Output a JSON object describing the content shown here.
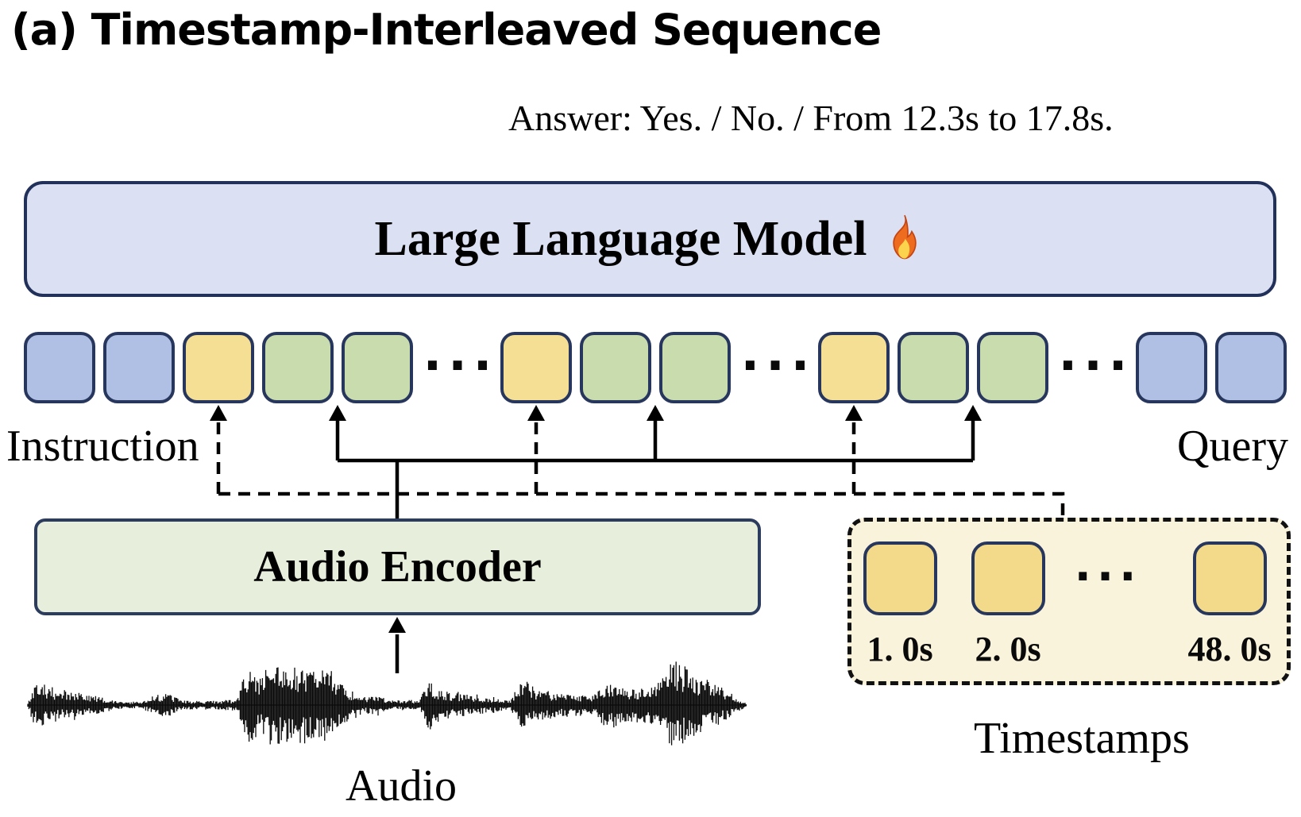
{
  "title": "(a) Timestamp-Interleaved Sequence",
  "answer_text": "Answer: Yes. / No. / From 12.3s to 17.8s.",
  "llm_box": {
    "label": "Large Language Model",
    "icon": "flame-icon"
  },
  "token_row": {
    "sequence": [
      "text",
      "text",
      "timestamp",
      "audio",
      "audio",
      "dots",
      "timestamp",
      "audio",
      "audio",
      "dots",
      "timestamp",
      "audio",
      "audio",
      "dots",
      "text",
      "text"
    ],
    "dots_glyph": "···"
  },
  "labels": {
    "instruction": "Instruction",
    "query": "Query",
    "audio": "Audio",
    "timestamps": "Timestamps"
  },
  "audio_encoder": {
    "label": "Audio Encoder"
  },
  "timestamps_box": {
    "items": [
      {
        "type": "square",
        "label": "1. 0s"
      },
      {
        "type": "square",
        "label": "2. 0s"
      },
      {
        "type": "dots",
        "label": "···"
      },
      {
        "type": "square",
        "label": "48. 0s"
      }
    ]
  },
  "colors": {
    "token_text": "#b0c0e4",
    "token_timestamp": "#f4df94",
    "token_audio": "#c8dcae",
    "token_border": "#27365c",
    "llm_fill": "#dbe1f3",
    "encoder_fill": "#e7efdc",
    "timestamps_box_fill": "#faf3dc",
    "timestamp_square_fill": "#f2da8a",
    "line": "#000000"
  },
  "waveform": {
    "envelope": [
      [
        0.0,
        0.04
      ],
      [
        0.008,
        0.42
      ],
      [
        0.02,
        0.5
      ],
      [
        0.045,
        0.32
      ],
      [
        0.075,
        0.26
      ],
      [
        0.105,
        0.18
      ],
      [
        0.13,
        0.08
      ],
      [
        0.16,
        0.07
      ],
      [
        0.175,
        0.22
      ],
      [
        0.195,
        0.26
      ],
      [
        0.215,
        0.1
      ],
      [
        0.245,
        0.09
      ],
      [
        0.28,
        0.11
      ],
      [
        0.292,
        0.14
      ],
      [
        0.3,
        0.7
      ],
      [
        0.31,
        0.88
      ],
      [
        0.322,
        0.6
      ],
      [
        0.332,
        0.82
      ],
      [
        0.345,
        0.95
      ],
      [
        0.36,
        0.72
      ],
      [
        0.372,
        1.0
      ],
      [
        0.385,
        0.85
      ],
      [
        0.398,
        0.75
      ],
      [
        0.412,
        0.82
      ],
      [
        0.425,
        0.58
      ],
      [
        0.44,
        0.42
      ],
      [
        0.455,
        0.3
      ],
      [
        0.47,
        0.18
      ],
      [
        0.482,
        0.22
      ],
      [
        0.495,
        0.16
      ],
      [
        0.51,
        0.1
      ],
      [
        0.528,
        0.12
      ],
      [
        0.545,
        0.1
      ],
      [
        0.558,
        0.62
      ],
      [
        0.568,
        0.42
      ],
      [
        0.582,
        0.3
      ],
      [
        0.6,
        0.26
      ],
      [
        0.62,
        0.22
      ],
      [
        0.64,
        0.18
      ],
      [
        0.658,
        0.14
      ],
      [
        0.672,
        0.12
      ],
      [
        0.685,
        0.48
      ],
      [
        0.695,
        0.52
      ],
      [
        0.71,
        0.35
      ],
      [
        0.728,
        0.3
      ],
      [
        0.748,
        0.26
      ],
      [
        0.768,
        0.24
      ],
      [
        0.788,
        0.22
      ],
      [
        0.8,
        0.46
      ],
      [
        0.815,
        0.52
      ],
      [
        0.832,
        0.38
      ],
      [
        0.848,
        0.42
      ],
      [
        0.862,
        0.4
      ],
      [
        0.875,
        0.45
      ],
      [
        0.888,
        0.82
      ],
      [
        0.9,
        1.0
      ],
      [
        0.912,
        0.88
      ],
      [
        0.928,
        0.72
      ],
      [
        0.945,
        0.58
      ],
      [
        0.96,
        0.45
      ],
      [
        0.975,
        0.3
      ],
      [
        0.988,
        0.15
      ],
      [
        1.0,
        0.04
      ]
    ]
  }
}
